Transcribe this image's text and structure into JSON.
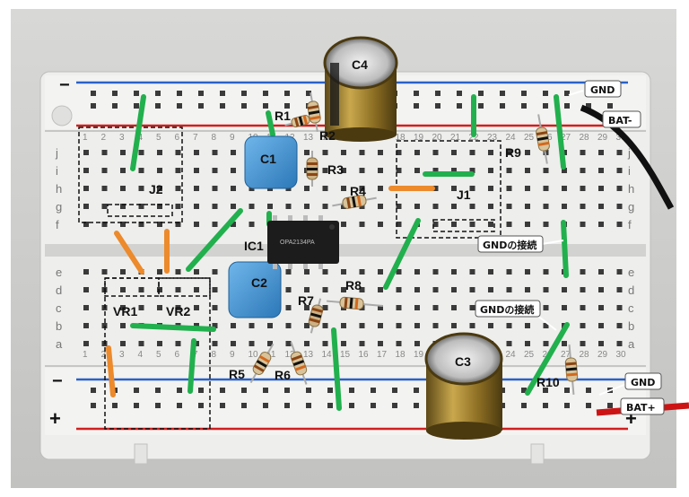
{
  "photo": {
    "component_labels": {
      "c4": "C4",
      "c1": "C1",
      "c2": "C2",
      "c3": "C3",
      "r1": "R1",
      "r2": "R2",
      "r3": "R3",
      "r4": "R4",
      "r5": "R5",
      "r6": "R6",
      "r7": "R7",
      "r8": "R8",
      "r9": "R9",
      "r10": "R10",
      "ic1": "IC1",
      "j1": "J1",
      "j2": "J2",
      "vr1": "VR1",
      "vr2": "VR2"
    },
    "callouts": {
      "gnd_top": "GND",
      "bat_minus": "BAT-",
      "gnd_connect_1": "GNDの接続",
      "gnd_connect_2": "GNDの接続",
      "gnd_bottom": "GND",
      "bat_plus": "BAT+"
    },
    "rail_signs": {
      "top_minus": "−",
      "bottom_minus": "−",
      "bottom_plus": "+",
      "bottom_plus_right": "+"
    },
    "row_letters_top": [
      "j",
      "i",
      "h",
      "g",
      "f"
    ],
    "row_letters_bottom": [
      "e",
      "d",
      "c",
      "b",
      "a"
    ],
    "column_numbers": [
      "1",
      "2",
      "3",
      "4",
      "5",
      "6",
      "7",
      "8",
      "9",
      "10",
      "11",
      "12",
      "13",
      "14",
      "15",
      "16",
      "17",
      "18",
      "19",
      "20",
      "21",
      "22",
      "23",
      "24",
      "25",
      "26",
      "27",
      "28",
      "29",
      "30"
    ],
    "chip_marking": "OPA2134PA",
    "colors": {
      "board": "#ececea",
      "rail_blue": "#2a62c9",
      "rail_red": "#d11f1f",
      "jumper_green": "#21b04d",
      "jumper_orange": "#ec8a2c",
      "cap_blue": "#3b8fd0",
      "cap_gold": "#9b7c2c"
    }
  }
}
